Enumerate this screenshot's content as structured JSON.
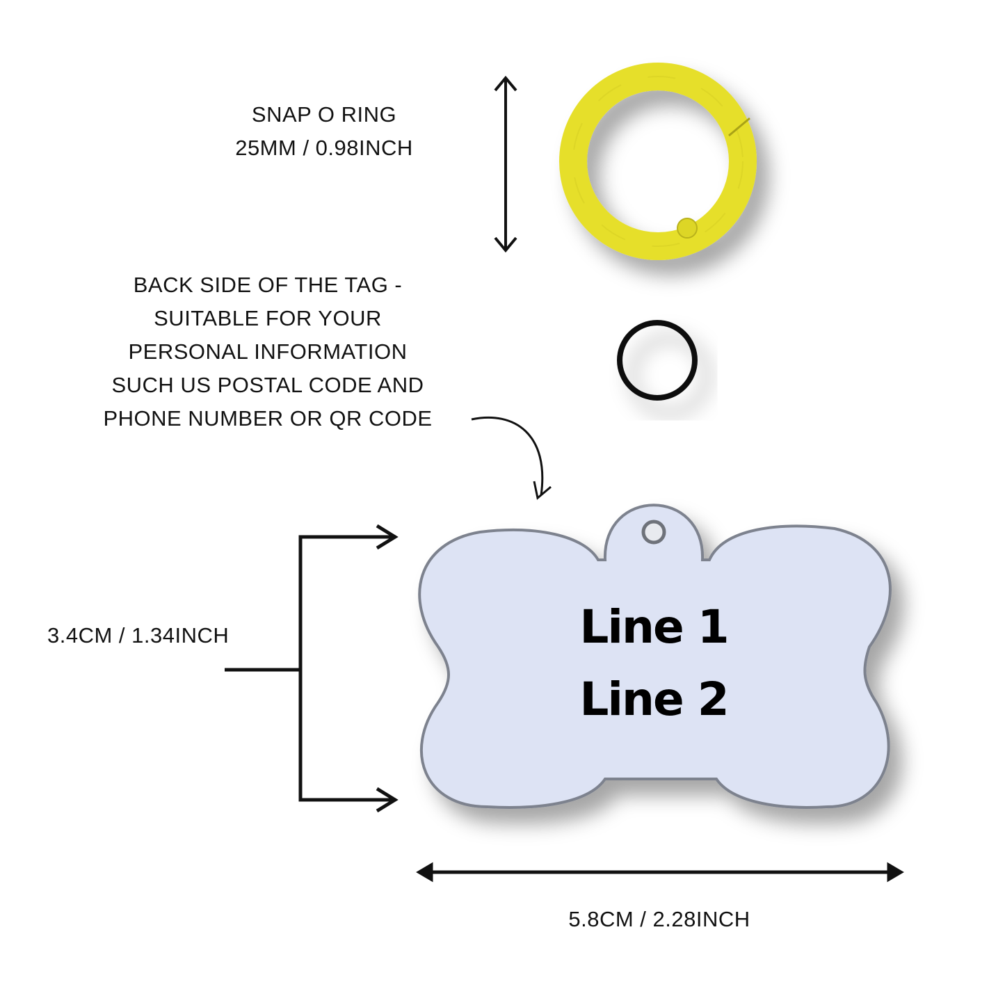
{
  "snap_ring": {
    "title": "SNAP O RING",
    "size": "25MM / 0.98INCH",
    "color": "#e6df2c"
  },
  "back_side_note": {
    "lines": [
      "BACK SIDE OF THE TAG -",
      "SUITABLE FOR YOUR",
      "PERSONAL INFORMATION",
      "SUCH US POSTAL CODE AND",
      "PHONE NUMBER OR QR CODE"
    ]
  },
  "tag": {
    "line1": "Line 1",
    "line2": "Line 2",
    "color": "#dde3f4"
  },
  "height_label": "3.4CM / 1.34INCH",
  "width_label": "5.8CM / 2.28INCH"
}
